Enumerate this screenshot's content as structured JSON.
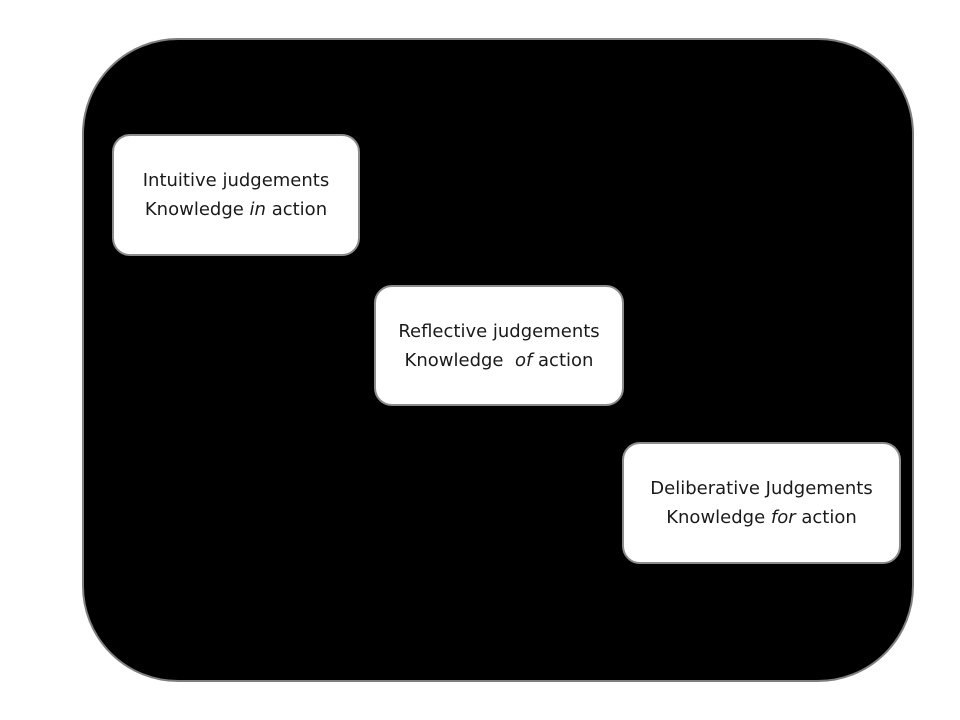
{
  "boxes": [
    {
      "title": "Intuitive judgements",
      "subtitle_prefix": "Knowledge ",
      "subtitle_emphasis": "in",
      "subtitle_suffix": " action"
    },
    {
      "title": "Reflective judgements",
      "subtitle_prefix": "Knowledge  ",
      "subtitle_emphasis": "of",
      "subtitle_suffix": " action"
    },
    {
      "title": "Deliberative Judgements",
      "subtitle_prefix": "Knowledge ",
      "subtitle_emphasis": "for",
      "subtitle_suffix": " action"
    }
  ],
  "colors": {
    "panel": "#000000",
    "box": "#ffffff",
    "border": "#8c8c8c",
    "text": "#1a1a1a"
  }
}
